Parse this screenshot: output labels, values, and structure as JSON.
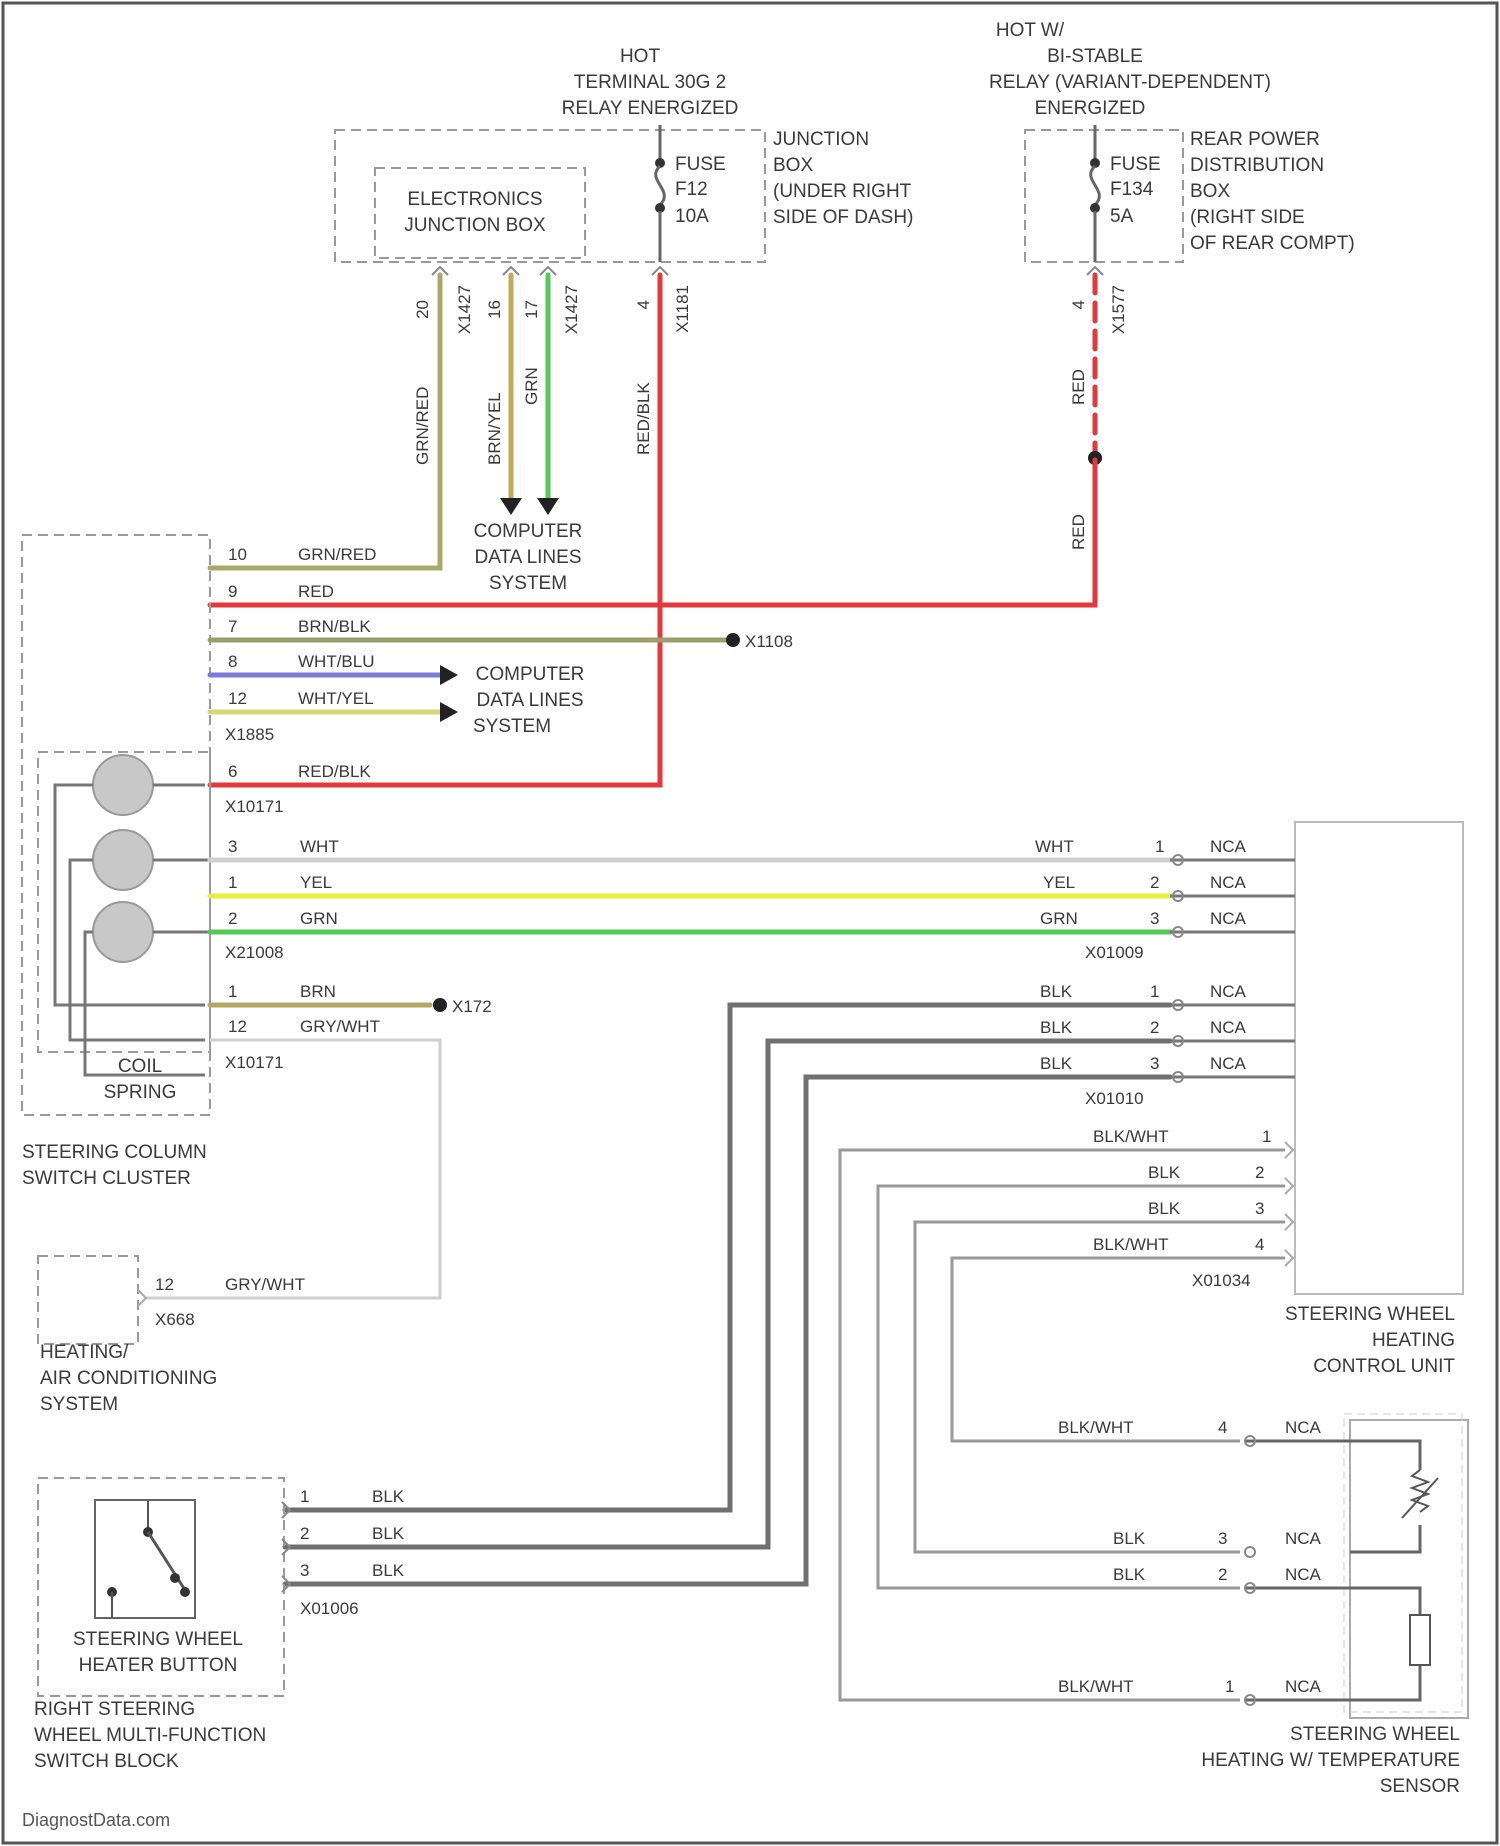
{
  "watermark": "DiagnostData.com",
  "colors": {
    "grn_red": "#a7a86a",
    "red": "#e23a3a",
    "brn_blk": "#9c9c6e",
    "wht_blu": "#7b7bd8",
    "wht_yel": "#d8d87a",
    "red_blk": "#e23a3a",
    "wht": "#cfcfcf",
    "yel": "#eded3a",
    "grn": "#55c855",
    "brn_yel": "#c2aa55",
    "blk": "#707070"
  },
  "top_power": {
    "left": {
      "header": [
        "HOT",
        "TERMINAL 30G 2",
        "RELAY ENERGIZED"
      ],
      "fuse": [
        "FUSE",
        "F12",
        "10A"
      ],
      "box_label": [
        "JUNCTION",
        "BOX",
        "(UNDER RIGHT",
        "SIDE OF DASH)"
      ],
      "inner_box": [
        "ELECTRONICS",
        "JUNCTION BOX"
      ]
    },
    "right": {
      "header": [
        "HOT W/",
        "BI-STABLE",
        "RELAY (VARIANT-DEPENDENT)",
        "ENERGIZED"
      ],
      "fuse": [
        "FUSE",
        "F134",
        "5A"
      ],
      "box_label": [
        "REAR POWER",
        "DISTRIBUTION",
        "BOX",
        "(RIGHT SIDE",
        "OF REAR COMPT)"
      ]
    }
  },
  "vertical_wires": {
    "w1": {
      "pin": "20",
      "connector": "X1427",
      "color_label": "GRN/RED"
    },
    "w2": {
      "pin": "16",
      "connector": "X1427",
      "color_label": "BRN/YEL"
    },
    "w3": {
      "pin": "17",
      "connector": "X1427",
      "color_label": "GRN"
    },
    "w4": {
      "pin": "4",
      "connector": "X1181",
      "color_label": "RED/BLK"
    },
    "w5": {
      "pin": "4",
      "connector": "X1577",
      "color_label_top": "RED",
      "color_label_bottom": "RED"
    }
  },
  "computer_data_lines_1": [
    "COMPUTER",
    "DATA LINES",
    "SYSTEM"
  ],
  "computer_data_lines_2": [
    "COMPUTER",
    "DATA LINES",
    "SYSTEM"
  ],
  "column_switch": {
    "rows": [
      {
        "pin": "10",
        "wire": "GRN/RED"
      },
      {
        "pin": "9",
        "wire": "RED"
      },
      {
        "pin": "7",
        "wire": "BRN/BLK"
      },
      {
        "pin": "8",
        "wire": "WHT/BLU"
      },
      {
        "pin": "12",
        "wire": "WHT/YEL"
      }
    ],
    "connector_1": "X1885",
    "ground_1": "X1108",
    "red_blk_row": {
      "pin": "6",
      "wire": "RED/BLK"
    },
    "connector_2": "X10171",
    "spring_rows": [
      {
        "pin": "3",
        "wire": "WHT"
      },
      {
        "pin": "1",
        "wire": "YEL"
      },
      {
        "pin": "2",
        "wire": "GRN"
      }
    ],
    "connector_3": "X21008",
    "lower_rows": [
      {
        "pin": "1",
        "wire": "BRN"
      },
      {
        "pin": "12",
        "wire": "GRY/WHT"
      }
    ],
    "ground_2": "X172",
    "connector_4": "X10171",
    "coil_spring": [
      "COIL",
      "SPRING"
    ],
    "title": [
      "STEERING COLUMN",
      "SWITCH CLUSTER"
    ]
  },
  "control_unit": {
    "upper_rows": [
      {
        "wire": "WHT",
        "pin": "1",
        "nca": "NCA"
      },
      {
        "wire": "YEL",
        "pin": "2",
        "nca": "NCA"
      },
      {
        "wire": "GRN",
        "pin": "3",
        "nca": "NCA"
      }
    ],
    "connector_a": "X01009",
    "mid_rows": [
      {
        "wire": "BLK",
        "pin": "1",
        "nca": "NCA"
      },
      {
        "wire": "BLK",
        "pin": "2",
        "nca": "NCA"
      },
      {
        "wire": "BLK",
        "pin": "3",
        "nca": "NCA"
      }
    ],
    "connector_b": "X01010",
    "lower_rows": [
      {
        "wire": "BLK/WHT",
        "pin": "1"
      },
      {
        "wire": "BLK",
        "pin": "2"
      },
      {
        "wire": "BLK",
        "pin": "3"
      },
      {
        "wire": "BLK/WHT",
        "pin": "4"
      }
    ],
    "connector_c": "X01034",
    "title": [
      "STEERING WHEEL",
      "HEATING",
      "CONTROL UNIT"
    ]
  },
  "hvac": {
    "pin": "12",
    "wire": "GRY/WHT",
    "connector": "X668",
    "title": [
      "HEATING/",
      "AIR CONDITIONING",
      "SYSTEM"
    ]
  },
  "button_block": {
    "rows": [
      {
        "pin": "1",
        "wire": "BLK"
      },
      {
        "pin": "2",
        "wire": "BLK"
      },
      {
        "pin": "3",
        "wire": "BLK"
      }
    ],
    "connector": "X01006",
    "inner": [
      "STEERING WHEEL",
      "HEATER BUTTON"
    ],
    "title": [
      "RIGHT STEERING",
      "WHEEL MULTI-FUNCTION",
      "SWITCH BLOCK"
    ]
  },
  "sensor": {
    "rows": [
      {
        "wire": "BLK/WHT",
        "pin": "4",
        "nca": "NCA"
      },
      {
        "wire": "BLK",
        "pin": "3",
        "nca": "NCA"
      },
      {
        "wire": "BLK",
        "pin": "2",
        "nca": "NCA"
      },
      {
        "wire": "BLK/WHT",
        "pin": "1",
        "nca": "NCA"
      }
    ],
    "title": [
      "STEERING WHEEL",
      "HEATING W/ TEMPERATURE",
      "SENSOR"
    ]
  }
}
